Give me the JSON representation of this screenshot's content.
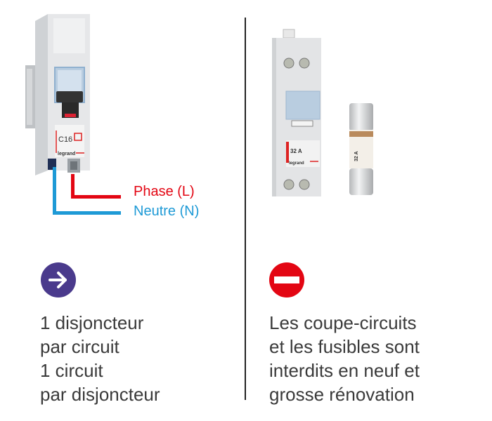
{
  "left_panel": {
    "product": "modular-circuit-breaker",
    "breaker_rating": "C16",
    "breaker_brand": "legrand",
    "wire_labels": {
      "phase": "Phase (L)",
      "neutre": "Neutre (N)"
    },
    "colors": {
      "phase": "#e30613",
      "neutre": "#1e9ad6"
    },
    "icon": {
      "name": "arrow-right-icon",
      "color": "#4a3a8c"
    },
    "text_lines": [
      "1 disjoncteur",
      "par circuit",
      "1 circuit",
      "par disjoncteur"
    ]
  },
  "right_panel": {
    "product": "fuse-holder-and-cartridge-fuse",
    "fuse_holder_rating": "32 A",
    "fuse_holder_brand": "legrand",
    "fuse_rating": "32 A",
    "icon": {
      "name": "no-entry-icon",
      "color": "#e30613"
    },
    "text_lines": [
      "Les coupe-circuits",
      "et les fusibles sont",
      "interdits en neuf et",
      "grosse rénovation"
    ]
  }
}
